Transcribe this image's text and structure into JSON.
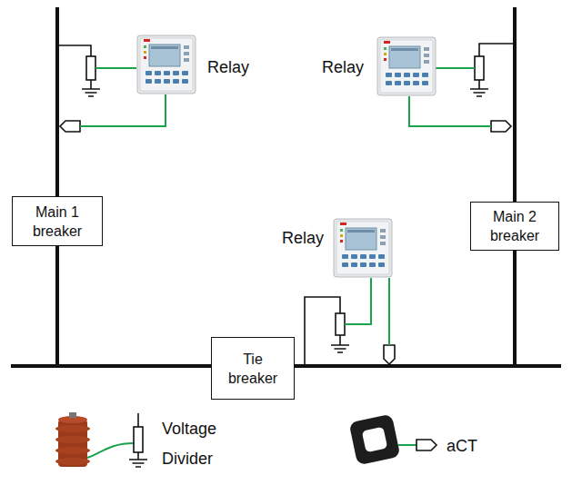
{
  "diagram": {
    "nodes": [
      {
        "text": [
          "Main 1 breaker"
        ]
      },
      {
        "text": [
          "Main 2 breaker"
        ]
      },
      {
        "text": [
          "Tie breaker"
        ]
      }
    ],
    "edges": [
      {
        "from": 0,
        "to": 2,
        "arrow": "none"
      },
      {
        "from": 1,
        "to": 2,
        "arrow": "none"
      }
    ],
    "labels": [
      "Relay",
      "Relay",
      "Relay"
    ],
    "legend": [
      {
        "text": "Voltage Divider"
      },
      {
        "text": "aCT"
      }
    ]
  }
}
